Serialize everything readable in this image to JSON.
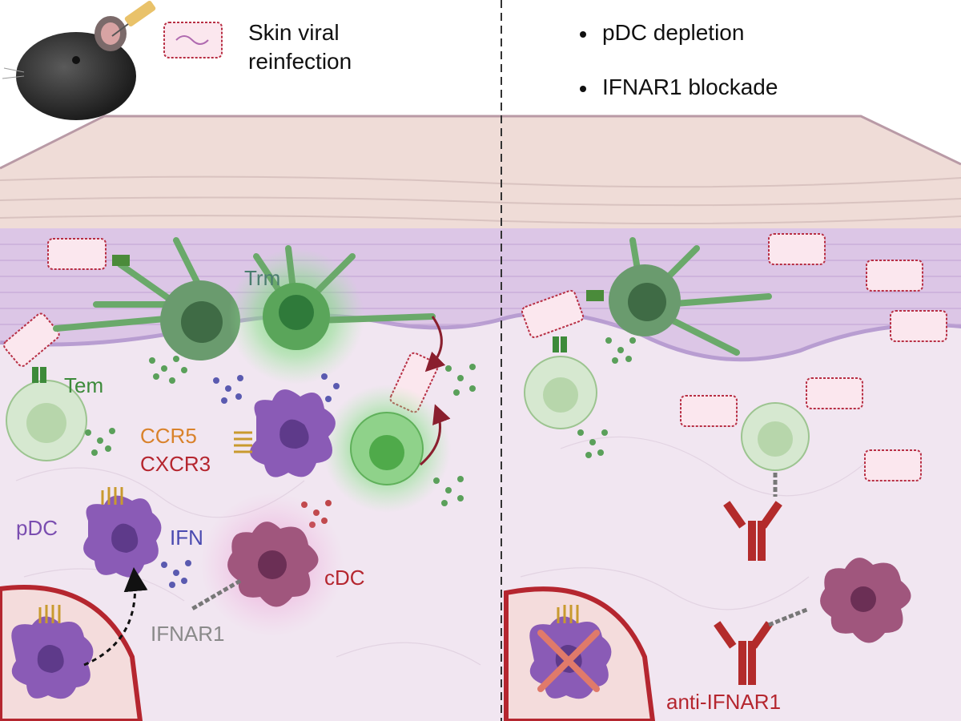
{
  "header": {
    "left_caption_line1": "Skin viral",
    "left_caption_line2": "reinfection",
    "right_bullets": [
      "pDC depletion",
      "IFNAR1 blockade"
    ]
  },
  "labels": {
    "trm": "Trm",
    "tem": "Tem",
    "ccr5": "CCR5",
    "cxcr3": "CXCR3",
    "pdc": "pDC",
    "ifn": "IFN",
    "cdc": "cDC",
    "ifnar1": "IFNAR1",
    "anti_ifnar1": "anti-IFNAR1"
  },
  "colors": {
    "epidermis": "#dcc6e6",
    "dermis": "#f1e6f1",
    "stratum": "#efdcd7",
    "t_cell": "#4f8a5a",
    "t_cell_light": "#cfe3c7",
    "pdc": "#8a5bb6",
    "cdc": "#a0567d",
    "virus": "#b82f44",
    "label_green": "#3c8a3a",
    "label_orange": "#d9822b",
    "label_red": "#b5262f",
    "label_purple": "#7a4db0",
    "label_gray": "#8a8a8a",
    "antibody": "#b32b2b"
  }
}
